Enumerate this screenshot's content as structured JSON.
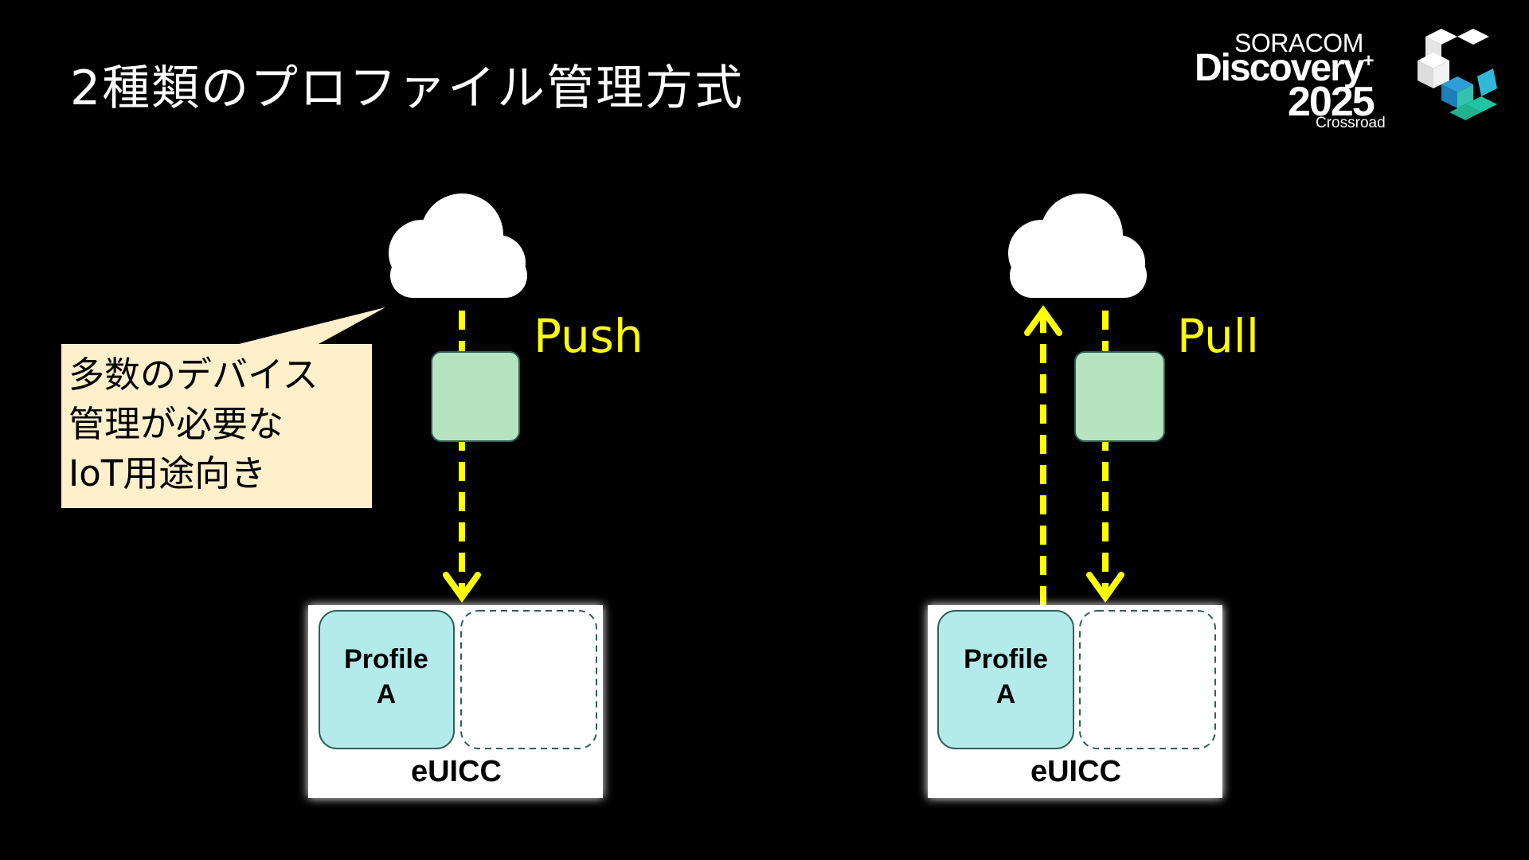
{
  "slide": {
    "title": "2種類のプロファイル管理方式"
  },
  "logo": {
    "line1": "SORACOM",
    "line2": "Discovery",
    "line3": "2025",
    "line4": "Crossroad"
  },
  "callout": {
    "lines": [
      "多数のデバイス",
      "管理が必要な",
      "IoT用途向き"
    ],
    "background": "#fff0cc"
  },
  "push": {
    "label": "Push",
    "profile_line1": "Profile",
    "profile_line2": "A",
    "container_label": "eUICC"
  },
  "pull": {
    "label": "Pull",
    "profile_line1": "Profile",
    "profile_line2": "A",
    "container_label": "eUICC"
  },
  "colors": {
    "arrow": "#ffff00",
    "profile_fill": "#b2ebea",
    "package_fill": "#b7e4c0",
    "label": "#ffff00"
  },
  "icons": [
    "cloud-icon",
    "arrow-down-icon",
    "arrow-up-icon"
  ]
}
